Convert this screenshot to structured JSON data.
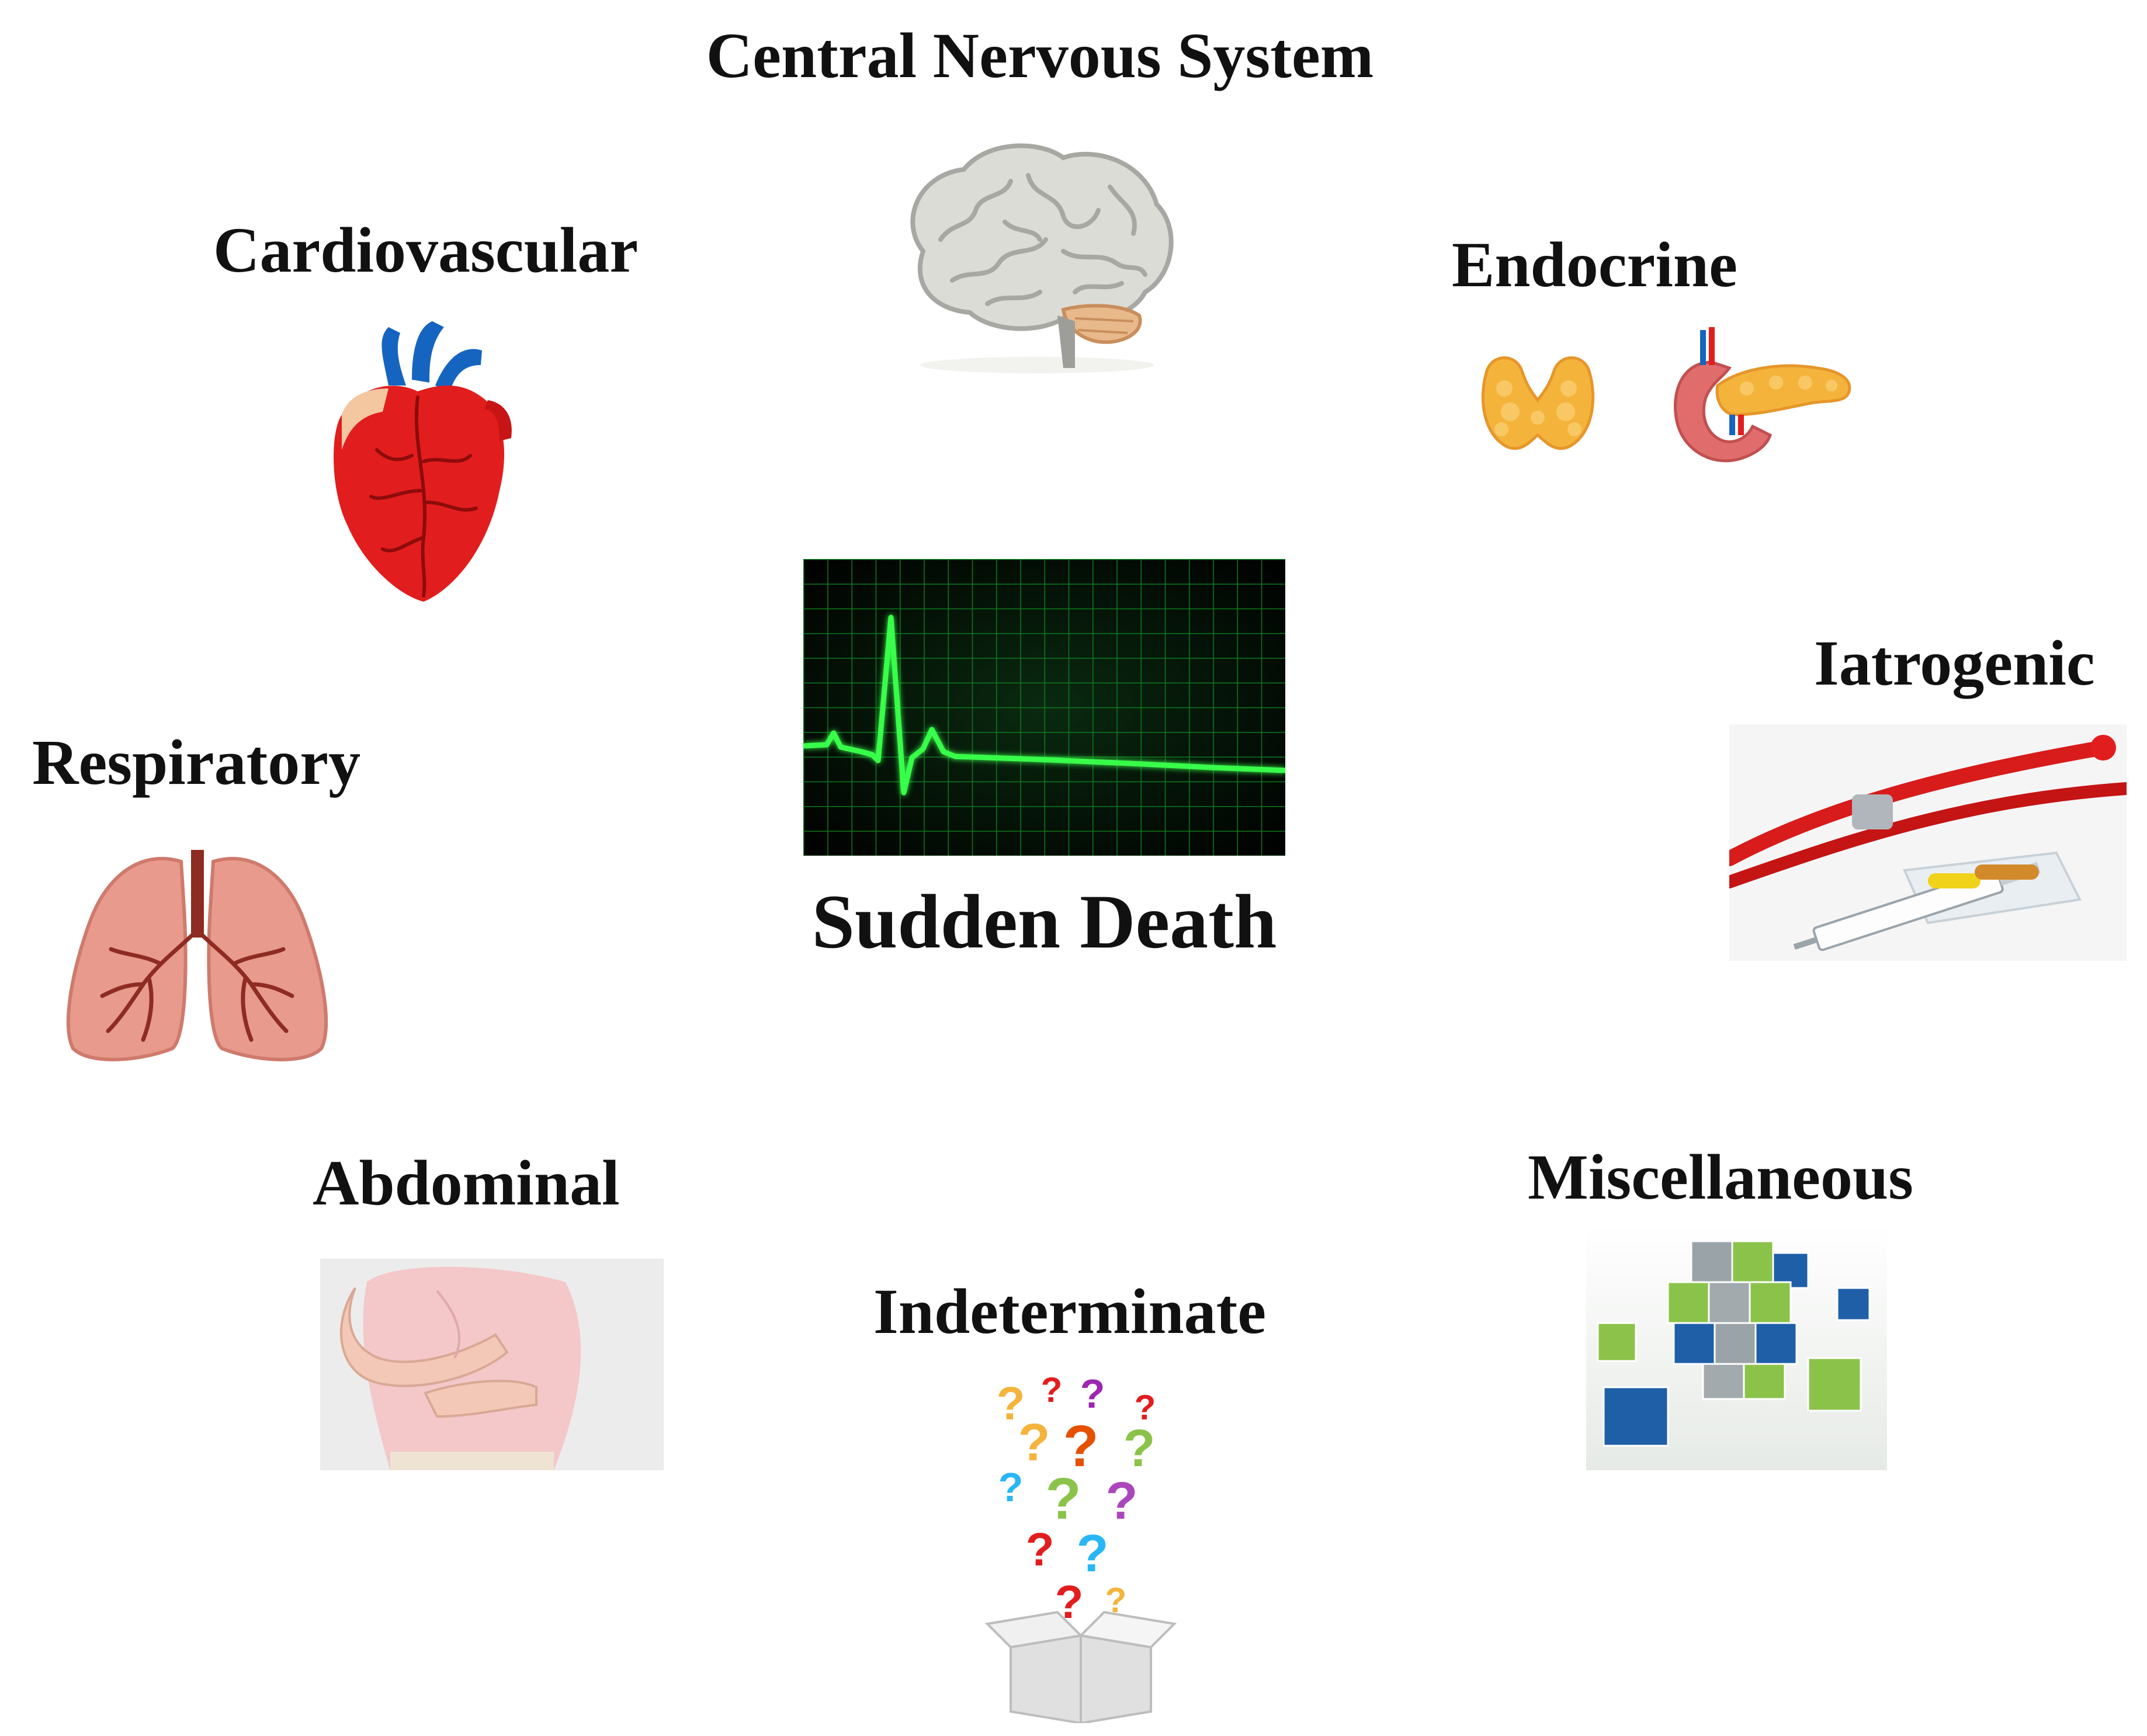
{
  "center": {
    "title": "Sudden Death"
  },
  "categories": {
    "cns": "Central Nervous System",
    "cardiovascular": "Cardiovascular",
    "endocrine": "Endocrine",
    "respiratory": "Respiratory",
    "iatrogenic": "Iatrogenic",
    "abdominal": "Abdominal",
    "miscellaneous": "Miscellaneous",
    "indeterminate": "Indeterminate"
  },
  "icons": {
    "cns": "brain-icon",
    "cardiovascular": "heart-icon",
    "endocrine": [
      "thyroid-icon",
      "pancreas-icon"
    ],
    "respiratory": "lungs-icon",
    "iatrogenic": "medical-instruments-icon",
    "abdominal": "abdominal-pain-icon",
    "miscellaneous": "cubes-icon",
    "indeterminate": "question-box-icon",
    "center": "ecg-monitor-icon"
  },
  "colors": {
    "ecg_trace": "#39ff4a",
    "ecg_grid": "#0d7a1e",
    "heart": "#e21d1d",
    "vessels": "#1565c0",
    "lungs": "#e89a8c",
    "brain": "#d8d8d3",
    "thyroid": "#f4b43c"
  }
}
